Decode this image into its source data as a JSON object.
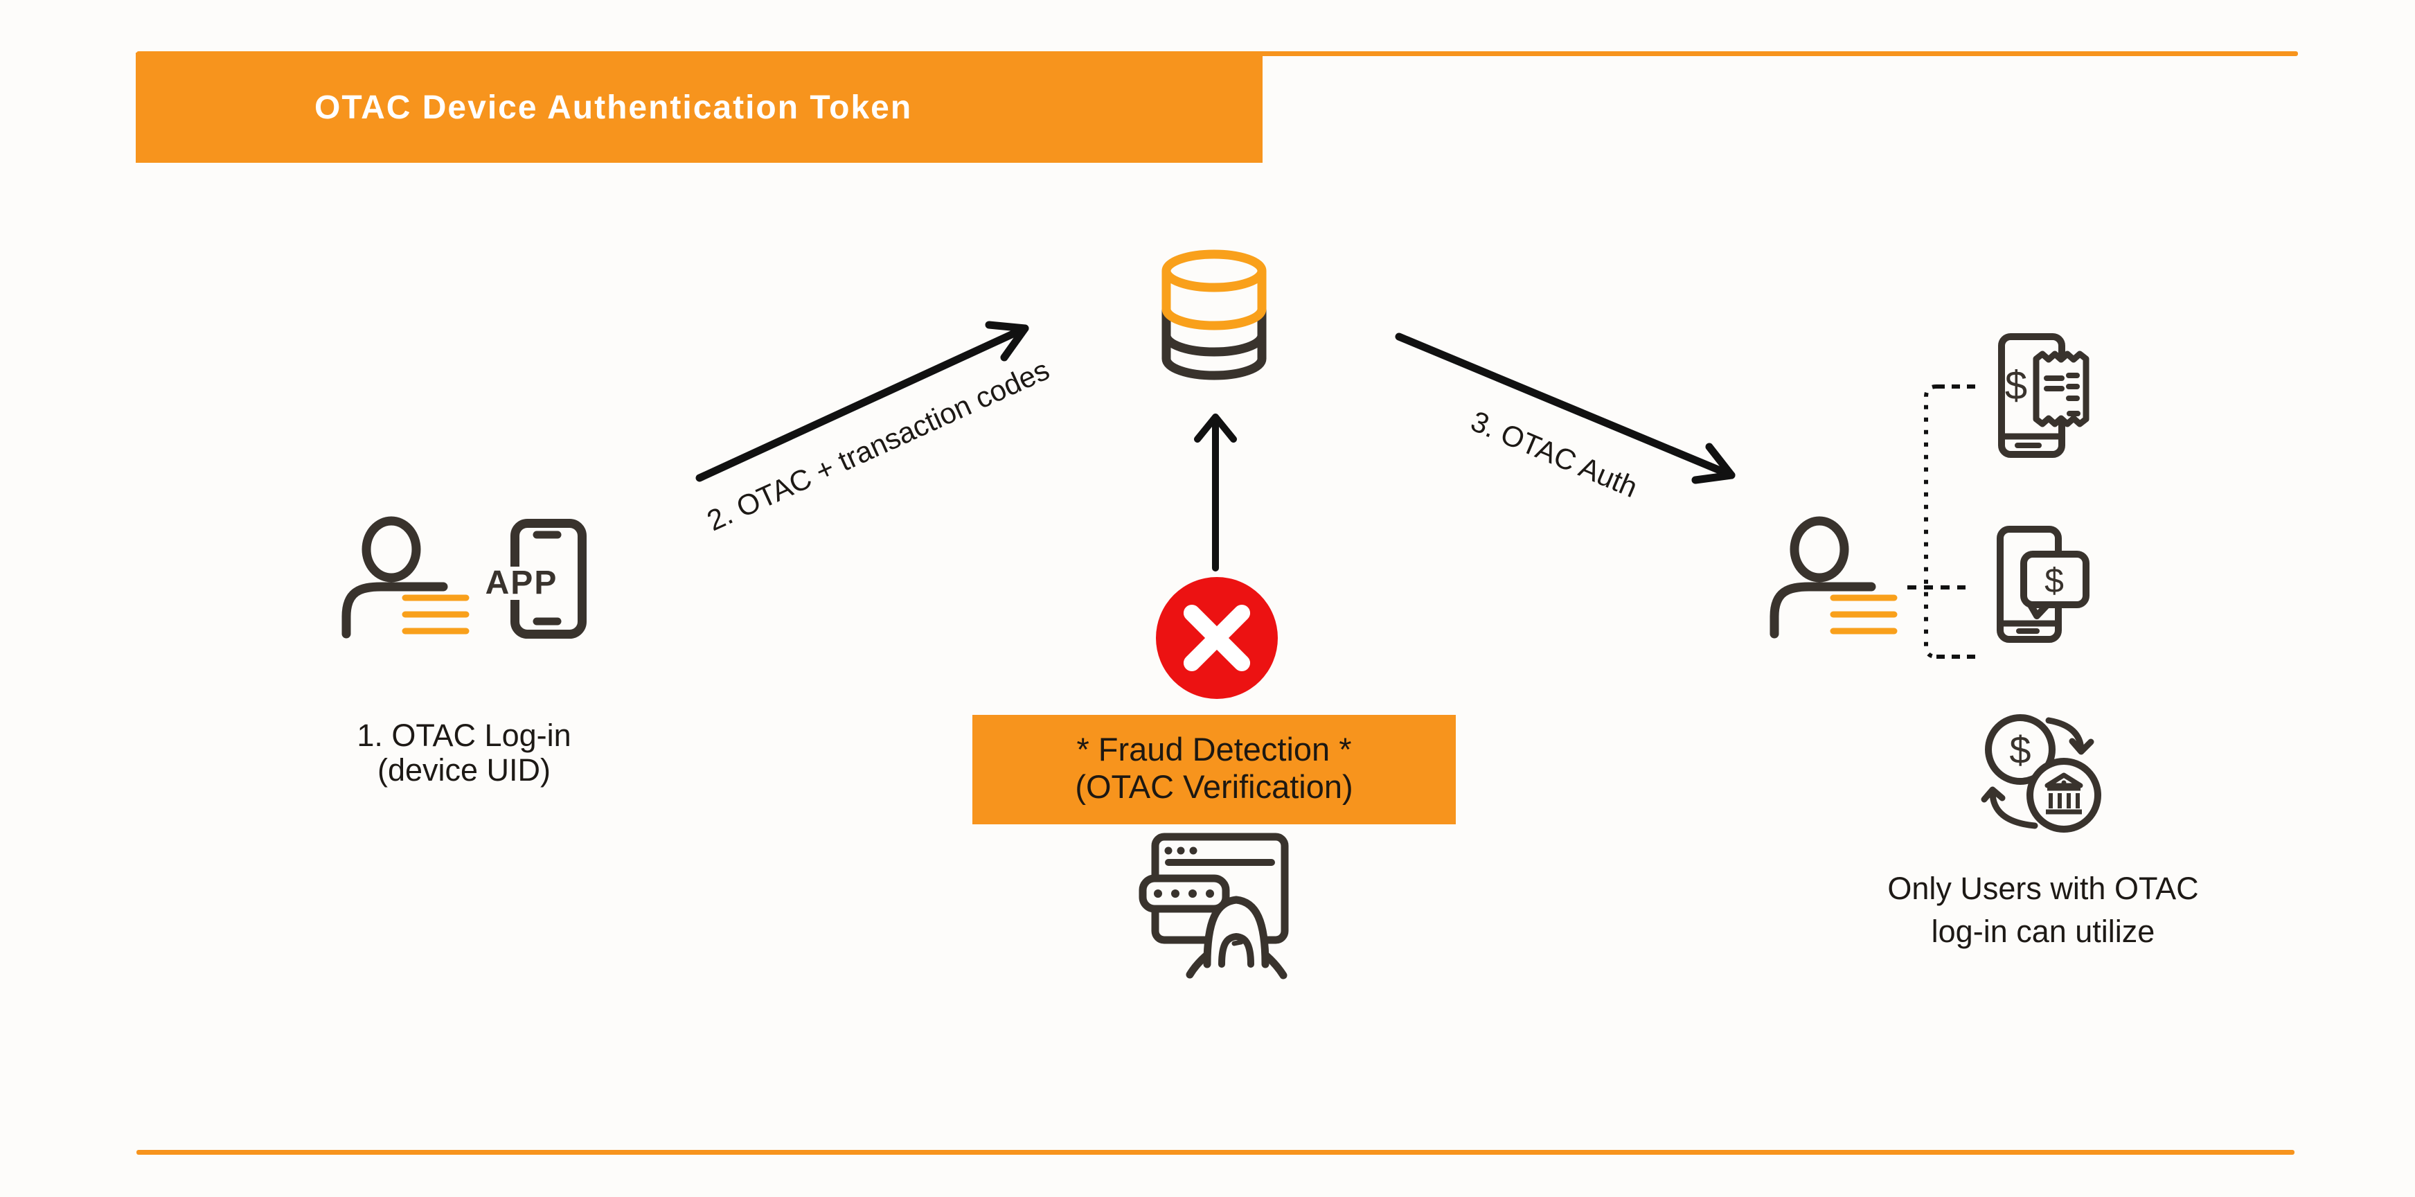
{
  "title": "OTAC Device Authentication Token",
  "palette": {
    "orange": "#F7941D",
    "red": "#EC1212",
    "icon_stroke": "#39332D",
    "text": "#1D1915",
    "background": "#FDFCFA"
  },
  "left_user": {
    "app_label": "APP",
    "caption_line1": "1. OTAC Log-in",
    "caption_line2": "(device UID)"
  },
  "arrows": {
    "step2_label": "2. OTAC + transaction codes",
    "step3_label": "3. OTAC Auth"
  },
  "fraud": {
    "line1": "* Fraud Detection *",
    "line2": "(OTAC Verification)"
  },
  "right_user": {
    "caption_line1": "Only Users with OTAC",
    "caption_line2": "log-in can utilize"
  },
  "glyphs": {
    "dollar": "$"
  }
}
